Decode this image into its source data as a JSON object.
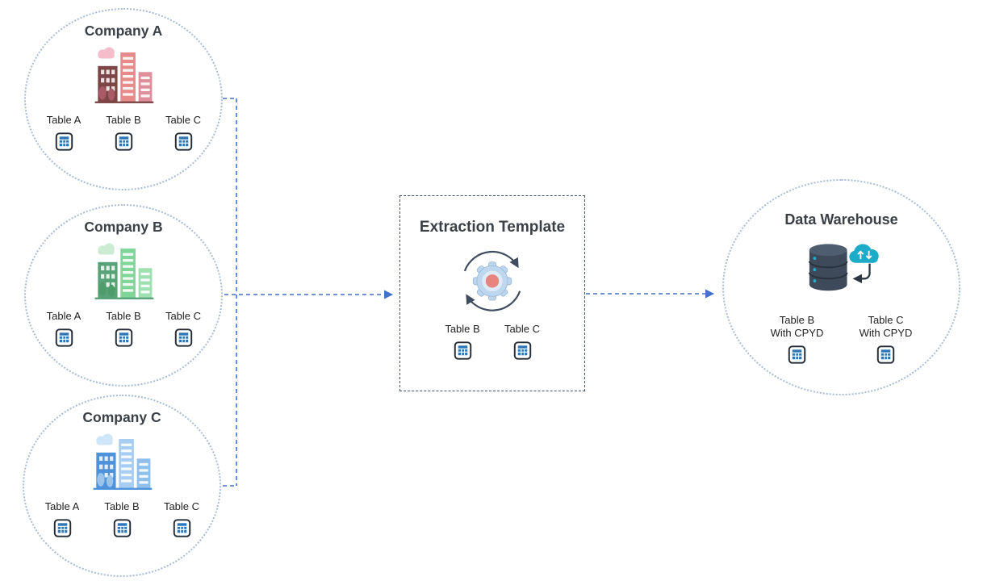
{
  "companies": [
    {
      "name": "Company A",
      "tables": [
        "Table A",
        "Table B",
        "Table C"
      ]
    },
    {
      "name": "Company B",
      "tables": [
        "Table A",
        "Table B",
        "Table C"
      ]
    },
    {
      "name": "Company C",
      "tables": [
        "Table A",
        "Table B",
        "Table C"
      ]
    }
  ],
  "extraction": {
    "title": "Extraction Template",
    "tables": [
      "Table B",
      "Table C"
    ]
  },
  "warehouse": {
    "title": "Data Warehouse",
    "tables": [
      {
        "name": "Table B",
        "suffix": "With CPYD"
      },
      {
        "name": "Table C",
        "suffix": "With CPYD"
      }
    ]
  },
  "icons": {
    "table": "table-icon",
    "company_building": "building-icon",
    "extraction_process": "gear-cycle-icon",
    "warehouse_storage": "database-cloud-icon"
  },
  "colors": {
    "connector": "#4472c4",
    "circle_border": "#a9bbd6",
    "box_border": "#44546a",
    "title_text": "#3b4046",
    "label_text": "#1f1f1f",
    "company_a_accent": "#e88a8a",
    "company_b_accent": "#7fd698",
    "company_c_accent": "#a7cdf2",
    "gear_fill": "#bdd7ee",
    "gear_center": "#e8837e",
    "database_fill": "#3e4a5a",
    "cloud_fill": "#1cacc8",
    "table_grid": "#2e75b6"
  }
}
